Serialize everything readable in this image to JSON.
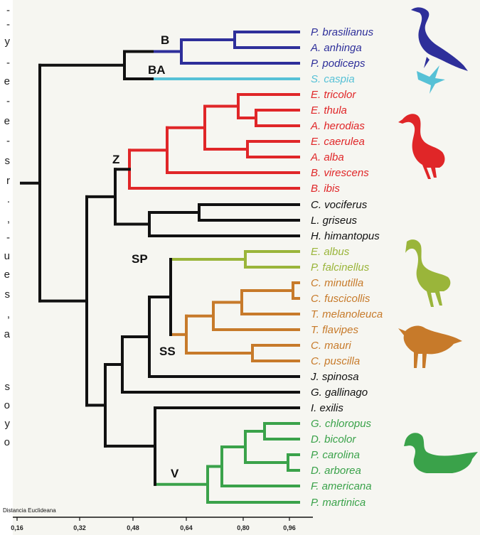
{
  "left_text_fragments": [
    "-",
    "-",
    "y",
    "-",
    "e",
    "-",
    "e",
    "-",
    "s",
    "r",
    ".",
    ",",
    "-",
    "u",
    "e",
    "s",
    ",",
    "a",
    "s",
    "o",
    "y",
    "o"
  ],
  "axis": {
    "title": "Distancia Euclideana",
    "ticks": [
      "0,16",
      "0,32",
      "0,48",
      "0,64",
      "0,80",
      "0,96"
    ]
  },
  "clades": [
    {
      "id": "B",
      "label": "B"
    },
    {
      "id": "BA",
      "label": "BA"
    },
    {
      "id": "Z",
      "label": "Z"
    },
    {
      "id": "SP",
      "label": "SP"
    },
    {
      "id": "SS",
      "label": "SS"
    },
    {
      "id": "V",
      "label": "V"
    }
  ],
  "colors": {
    "B": "#2e2f9a",
    "BA": "#56c1d6",
    "Z": "#e02628",
    "SP": "#9ab53a",
    "SS": "#c77a2a",
    "V": "#3aa24a",
    "black": "#111111"
  },
  "taxa": [
    {
      "name": "P. brasilianus",
      "group": "B"
    },
    {
      "name": "A. anhinga",
      "group": "B"
    },
    {
      "name": "P. podiceps",
      "group": "B"
    },
    {
      "name": "S. caspia",
      "group": "BA"
    },
    {
      "name": "E. tricolor",
      "group": "Z"
    },
    {
      "name": "E. thula",
      "group": "Z"
    },
    {
      "name": "A. herodias",
      "group": "Z"
    },
    {
      "name": "E. caerulea",
      "group": "Z"
    },
    {
      "name": "A. alba",
      "group": "Z"
    },
    {
      "name": "B. virescens",
      "group": "Z"
    },
    {
      "name": "B. ibis",
      "group": "Z"
    },
    {
      "name": "C. vociferus",
      "group": "black"
    },
    {
      "name": "L. griseus",
      "group": "black"
    },
    {
      "name": "H. himantopus",
      "group": "black"
    },
    {
      "name": "E. albus",
      "group": "SP"
    },
    {
      "name": "P. falcinellus",
      "group": "SP"
    },
    {
      "name": "C. minutilla",
      "group": "SS"
    },
    {
      "name": "C. fuscicollis",
      "group": "SS"
    },
    {
      "name": "T. melanoleuca",
      "group": "SS"
    },
    {
      "name": "T. flavipes",
      "group": "SS"
    },
    {
      "name": "C. mauri",
      "group": "SS"
    },
    {
      "name": "C. puscilla",
      "group": "SS"
    },
    {
      "name": "J. spinosa",
      "group": "black"
    },
    {
      "name": "G. gallinago",
      "group": "black"
    },
    {
      "name": "I. exilis",
      "group": "black"
    },
    {
      "name": "G. chloropus",
      "group": "V"
    },
    {
      "name": "D. bicolor",
      "group": "V"
    },
    {
      "name": "P. carolina",
      "group": "V"
    },
    {
      "name": "D. arborea",
      "group": "V"
    },
    {
      "name": "F. americana",
      "group": "V"
    },
    {
      "name": "P. martinica",
      "group": "V"
    }
  ],
  "silhouettes": [
    {
      "name": "cormorant-icon",
      "group": "B"
    },
    {
      "name": "tern-icon",
      "group": "BA"
    },
    {
      "name": "heron-icon",
      "group": "Z"
    },
    {
      "name": "spoonbill-icon",
      "group": "SP"
    },
    {
      "name": "sandpiper-icon",
      "group": "SS"
    },
    {
      "name": "duck-icon",
      "group": "V"
    }
  ]
}
